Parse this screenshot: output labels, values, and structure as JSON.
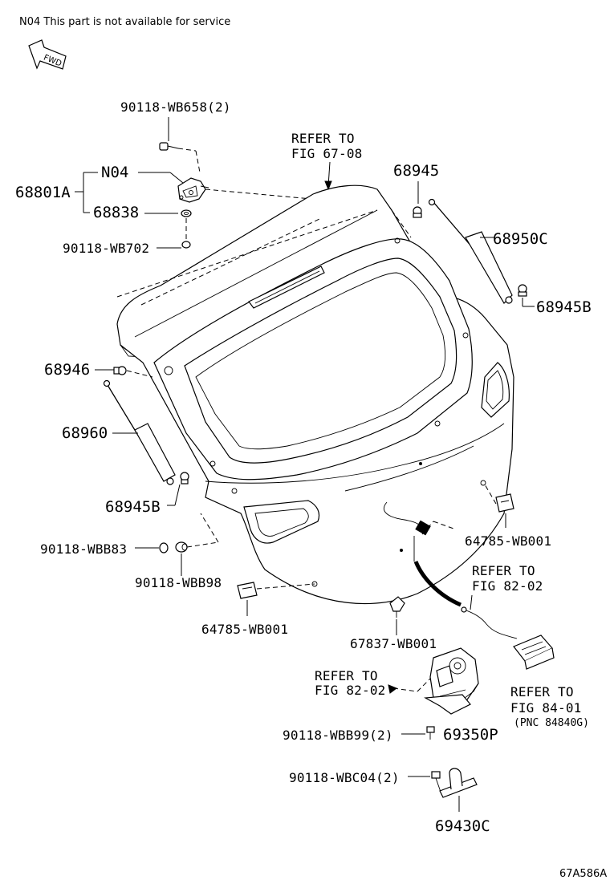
{
  "note": "N04 This part is not available for service",
  "fwd": "FWD",
  "labels": {
    "p90118_wb658": "90118-WB658(2)",
    "refer_67_08_a": "REFER TO",
    "refer_67_08_b": "FIG 67-08",
    "p68801a": "68801A",
    "n04": "N04",
    "p68838": "68838",
    "p90118_wb702": "90118-WB702",
    "p68945": "68945",
    "p68950c": "68950C",
    "p68945b_right": "68945B",
    "p68946": "68946",
    "p68960": "68960",
    "p68945b_left": "68945B",
    "p90118_wbb83": "90118-WBB83",
    "p90118_wbb98": "90118-WBB98",
    "p64785_wb001_left": "64785-WB001",
    "p64785_wb001_right": "64785-WB001",
    "refer_82_02_right_a": "REFER TO",
    "refer_82_02_right_b": "FIG 82-02",
    "p67837_wb001": "67837-WB001",
    "refer_82_02_left_a": "REFER TO",
    "refer_82_02_left_b": "FIG 82-02",
    "refer_84_01_a": "REFER TO",
    "refer_84_01_b": "FIG 84-01",
    "pnc_84840g": "(PNC 84840G)",
    "p90118_wbb99": "90118-WBB99(2)",
    "p69350p": "69350P",
    "p90118_wbc04": "90118-WBC04(2)",
    "p69430c": "69430C"
  },
  "figure_code": "67A586A"
}
